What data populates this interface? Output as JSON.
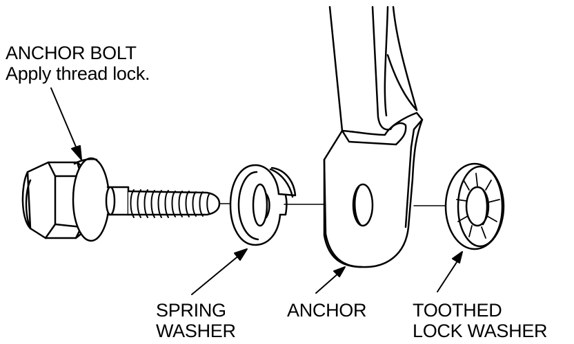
{
  "labels": {
    "anchor_bolt": {
      "line1": "ANCHOR BOLT",
      "line2": "Apply thread lock."
    },
    "spring_washer": {
      "line1": "SPRING",
      "line2": "WASHER"
    },
    "anchor": {
      "line1": "ANCHOR"
    },
    "toothed_lock_washer": {
      "line1": "TOOTHED",
      "line2": "LOCK WASHER"
    }
  }
}
